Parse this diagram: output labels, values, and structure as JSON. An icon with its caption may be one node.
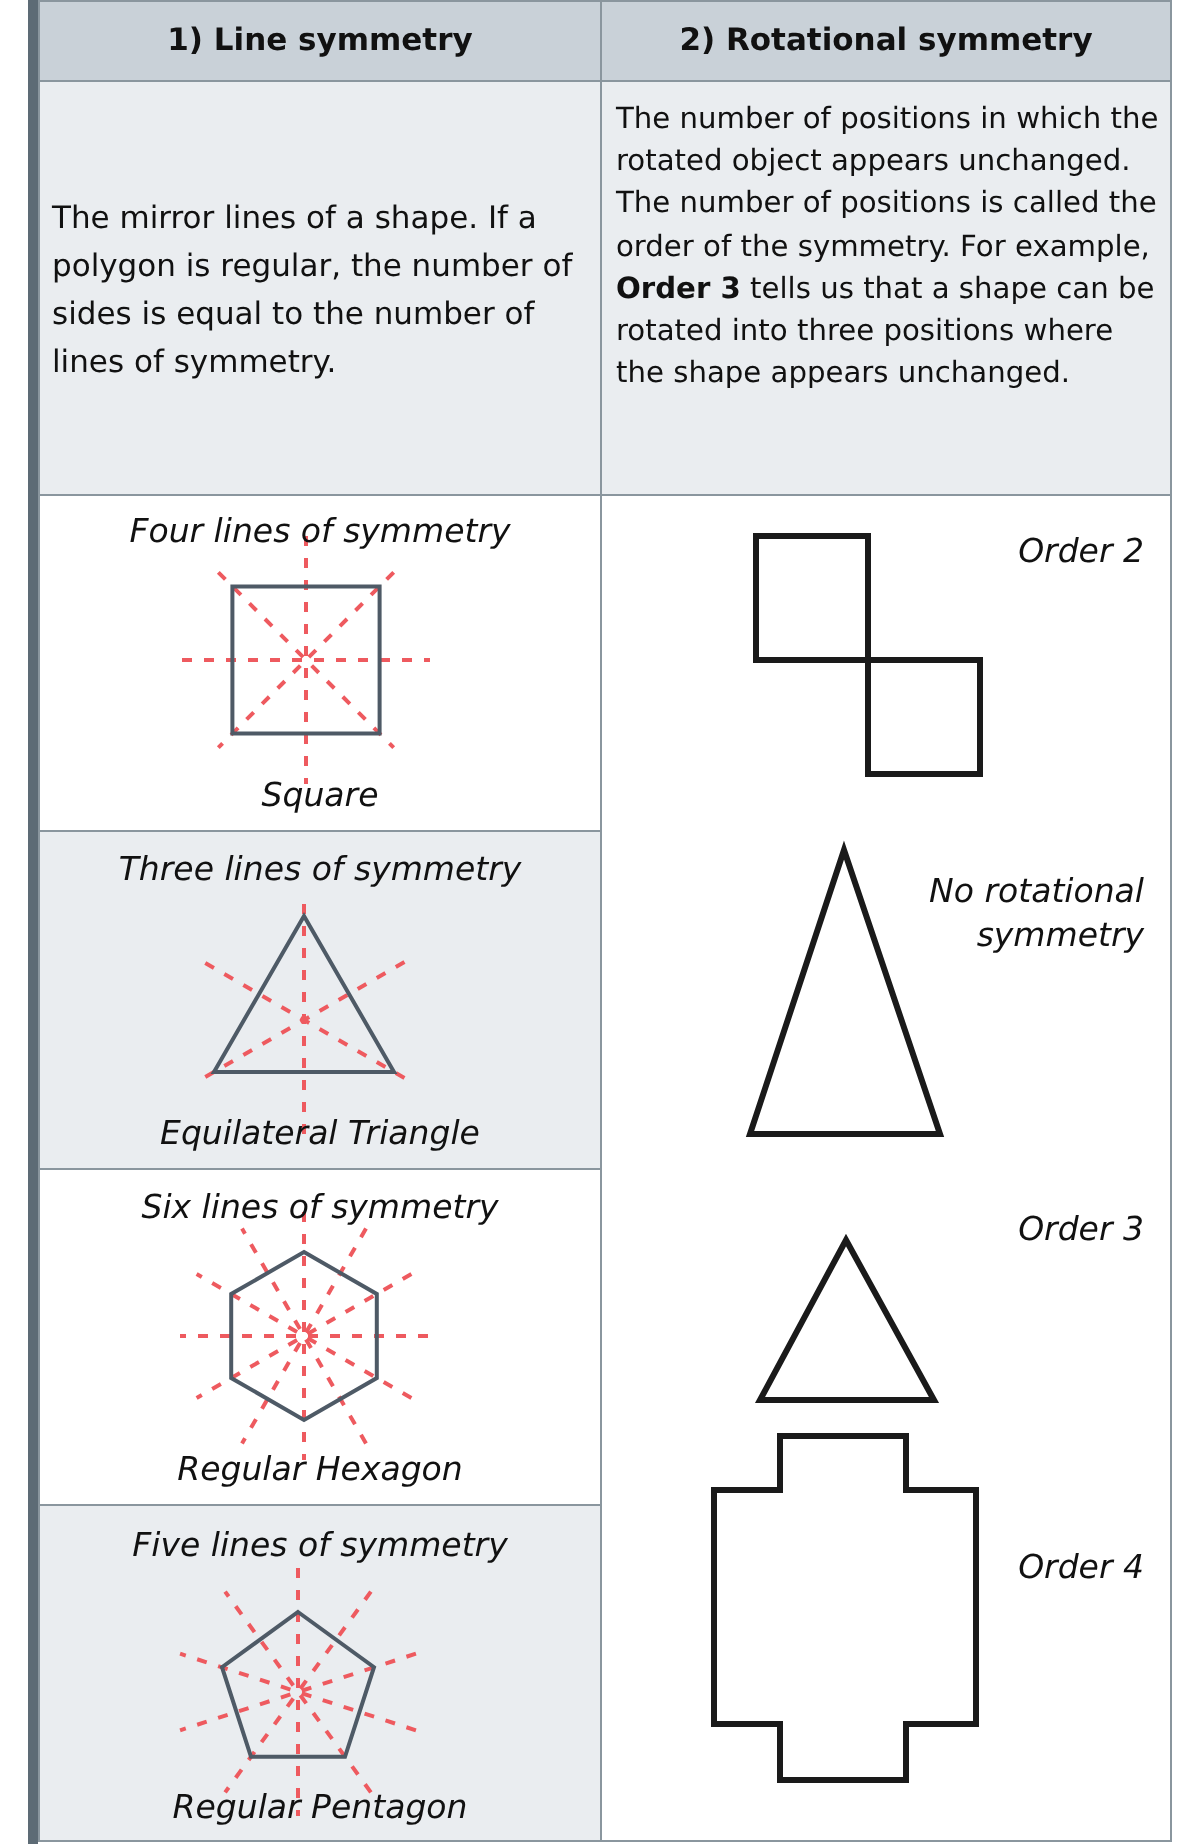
{
  "diagram": {
    "labels": [
      "1) Line symmetry",
      "2) Rotational symmetry",
      "The mirror lines of a shape. If a polygon is regular, the number of sides is equal to the number of lines of symmetry.",
      "The number of positions in which the rotated object appears unchanged. The number of positions is called the order of the symmetry. For example, **Order 3** tells us that a shape can be rotated into three positions where the shape appears unchanged.",
      "Four lines of symmetry",
      "Square",
      "Order 2",
      "Three lines of symmetry",
      "Equilateral Triangle",
      "No rotational symmetry",
      "Six lines of symmetry",
      "Regular Hexagon",
      "Order 3",
      "Five lines of symmetry",
      "Regular Pentagon",
      "Order 4"
    ]
  }
}
